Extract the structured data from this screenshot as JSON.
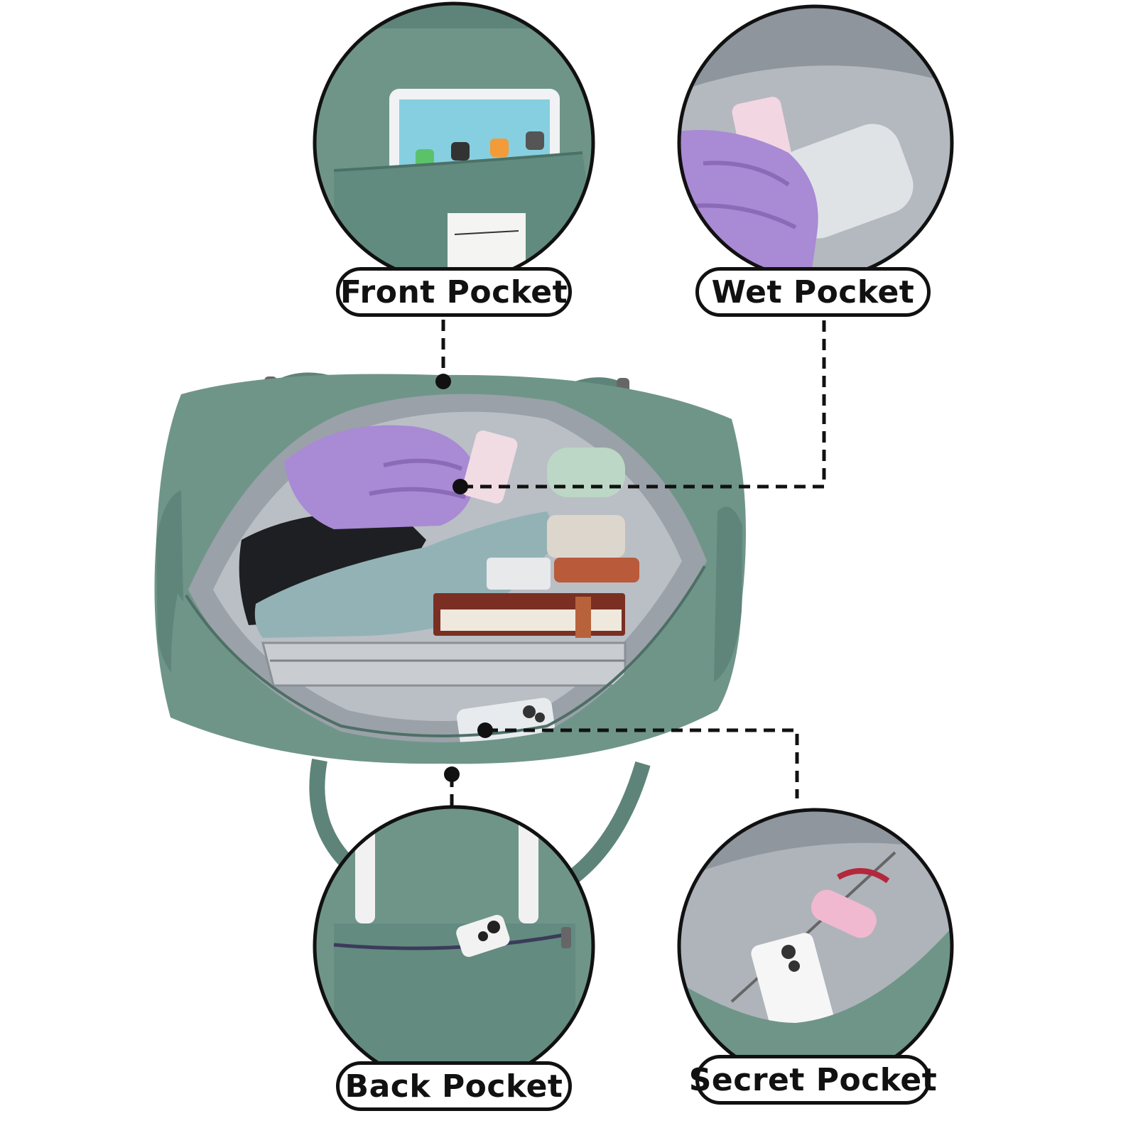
{
  "labels": {
    "front": "Front Pocket",
    "wet": "Wet Pocket",
    "back": "Back Pocket",
    "secret": "Secret Pocket"
  },
  "colors": {
    "bag_green": "#6f9589",
    "bag_green_dark": "#557a6f",
    "lining_grey": "#aeb4ba",
    "towel_lilac": "#a98ad4",
    "outline": "#111111",
    "background": "#ffffff"
  }
}
